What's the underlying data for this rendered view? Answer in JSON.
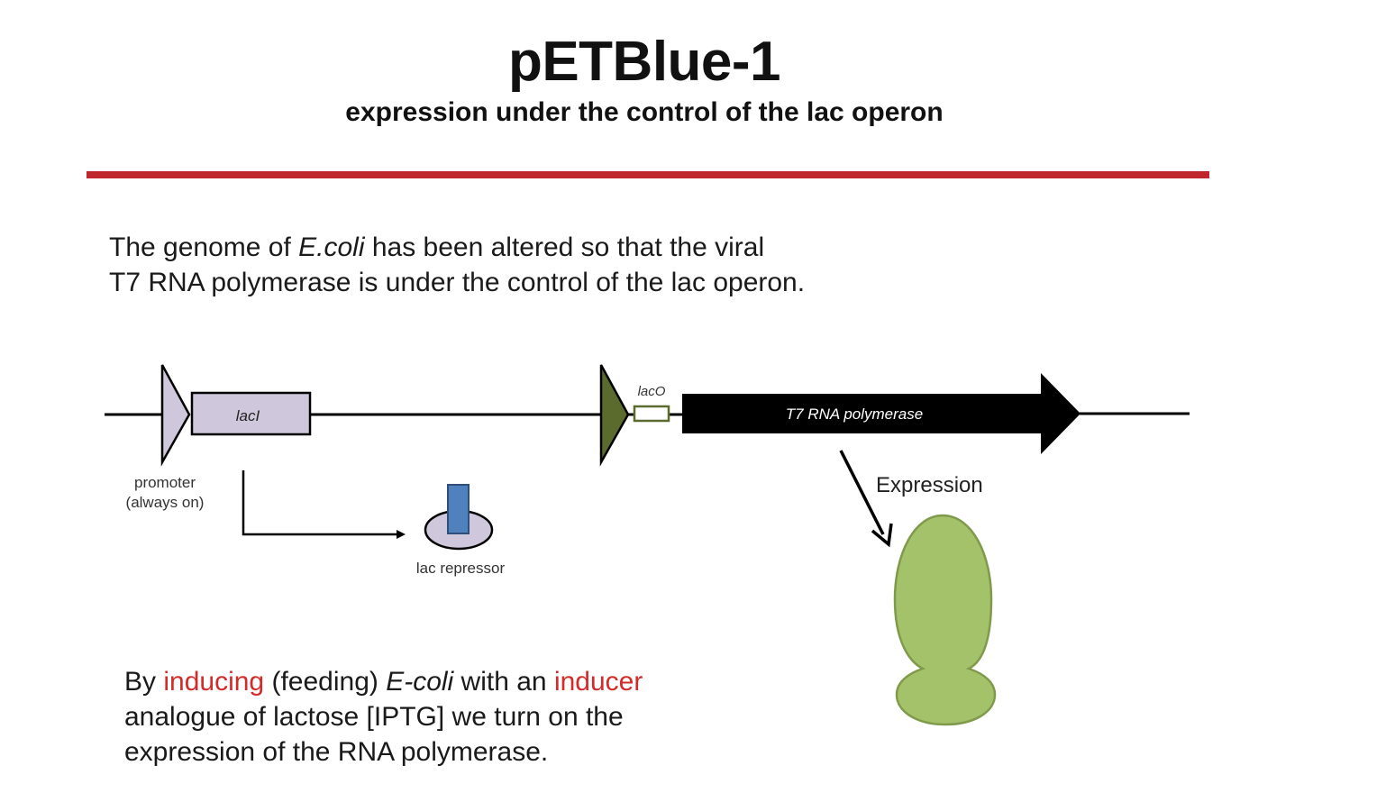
{
  "title": "pETBlue-1",
  "subtitle": "expression under the control of the lac operon",
  "intro": {
    "line1_pre": "The genome of ",
    "line1_italic": "E.coli",
    "line1_post": " has been altered so that the viral",
    "line2": "T7 RNA polymerase is under the control of the lac operon."
  },
  "diagram": {
    "laci_label": "lacI",
    "promoter_label_1": "promoter",
    "promoter_label_2": "(always on)",
    "repressor_label": "lac repressor",
    "laco_label": "lacO",
    "t7_label": "T7 RNA polymerase",
    "expression_label": "Expression",
    "colors": {
      "promoter_fill": "#cfc8dc",
      "gene_fill": "#cfc8dc",
      "t7_promoter_fill": "#5b6b2e",
      "laco_border": "#5b6b2e",
      "t7_fill": "#000000",
      "repressor_bar": "#4f81bd",
      "repressor_base": "#cfc8dc",
      "protein_fill": "#a4c26a",
      "protein_border": "#7f9a4b"
    }
  },
  "outro": {
    "w1": "By ",
    "w2": "inducing",
    "w3": " (feeding) ",
    "w4": "E-coli",
    "w5": " with an ",
    "w6": "inducer",
    "line2": "analogue of lactose [IPTG] we turn on the",
    "line3": "expression of the RNA polymerase."
  },
  "accent_colors": {
    "rule": "#c0272d",
    "highlight_text": "#d42a2a"
  }
}
